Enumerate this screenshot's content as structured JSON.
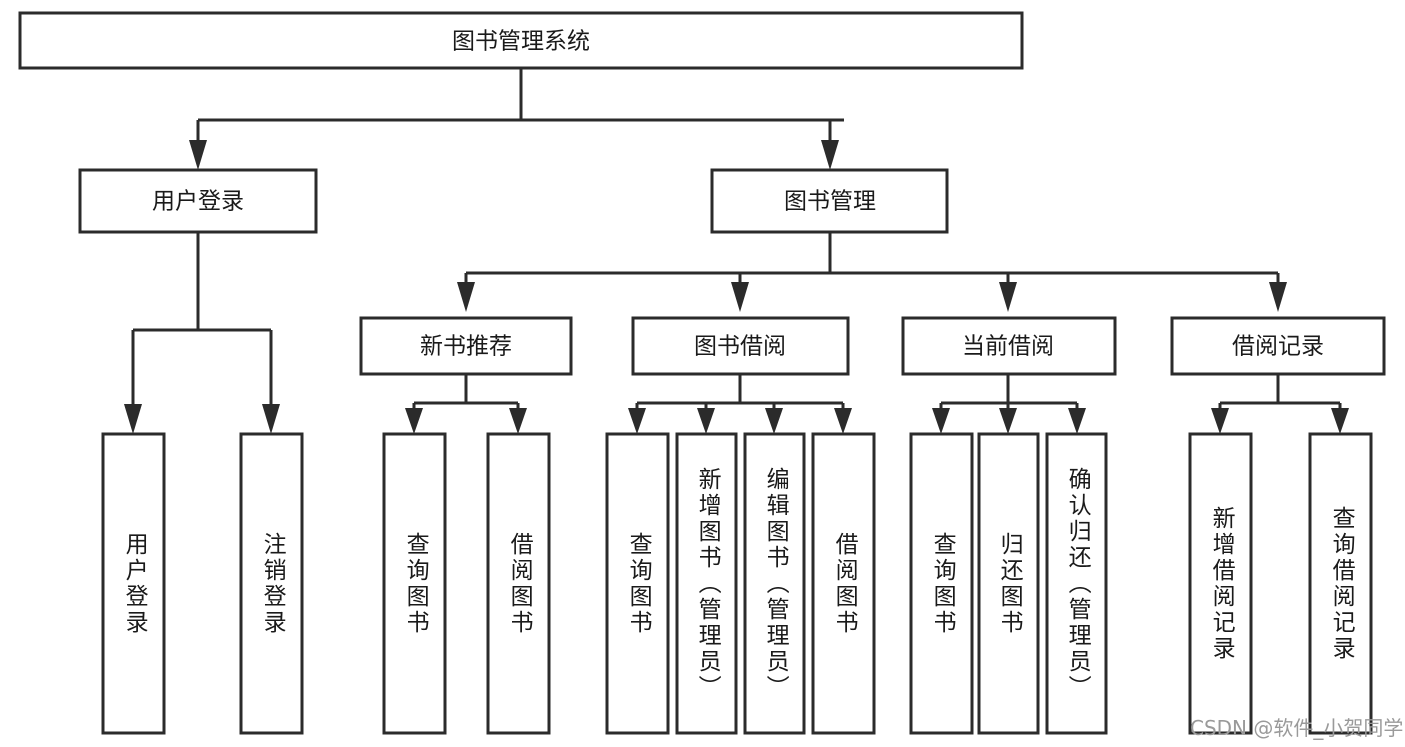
{
  "diagram": {
    "title": "图书管理系统",
    "type": "tree-hierarchy-chart",
    "root": {
      "id": "root",
      "label": "图书管理系统",
      "orientation": "horizontal"
    },
    "level2": [
      {
        "id": "user-login",
        "label": "用户登录",
        "orientation": "horizontal"
      },
      {
        "id": "book-manage",
        "label": "图书管理",
        "orientation": "horizontal"
      }
    ],
    "level3": [
      {
        "id": "new-book-rec",
        "label": "新书推荐",
        "orientation": "horizontal",
        "parent": "book-manage"
      },
      {
        "id": "book-borrow",
        "label": "图书借阅",
        "orientation": "horizontal",
        "parent": "book-manage"
      },
      {
        "id": "current-borrow",
        "label": "当前借阅",
        "orientation": "horizontal",
        "parent": "book-manage"
      },
      {
        "id": "borrow-record",
        "label": "借阅记录",
        "orientation": "horizontal",
        "parent": "book-manage"
      }
    ],
    "leaves": [
      {
        "id": "leaf-user-login",
        "label": "用户登录",
        "orientation": "vertical",
        "parent": "user-login"
      },
      {
        "id": "leaf-user-logout",
        "label": "注销登录",
        "orientation": "vertical",
        "parent": "user-login"
      },
      {
        "id": "leaf-query-book-1",
        "label": "查询图书",
        "orientation": "vertical",
        "parent": "new-book-rec"
      },
      {
        "id": "leaf-borrow-book-1",
        "label": "借阅图书",
        "orientation": "vertical",
        "parent": "new-book-rec"
      },
      {
        "id": "leaf-query-book-2",
        "label": "查询图书",
        "orientation": "vertical",
        "parent": "book-borrow"
      },
      {
        "id": "leaf-add-book",
        "label": "新增图书（管理员）",
        "orientation": "vertical",
        "parent": "book-borrow"
      },
      {
        "id": "leaf-edit-book",
        "label": "编辑图书（管理员）",
        "orientation": "vertical",
        "parent": "book-borrow"
      },
      {
        "id": "leaf-borrow-book-2",
        "label": "借阅图书",
        "orientation": "vertical",
        "parent": "book-borrow"
      },
      {
        "id": "leaf-query-book-3",
        "label": "查询图书",
        "orientation": "vertical",
        "parent": "current-borrow"
      },
      {
        "id": "leaf-return-book",
        "label": "归还图书",
        "orientation": "vertical",
        "parent": "current-borrow"
      },
      {
        "id": "leaf-confirm-return",
        "label": "确认归还（管理员）",
        "orientation": "vertical",
        "parent": "current-borrow"
      },
      {
        "id": "leaf-add-record",
        "label": "新增借阅记录",
        "orientation": "vertical",
        "parent": "borrow-record"
      },
      {
        "id": "leaf-query-record",
        "label": "查询借阅记录",
        "orientation": "vertical",
        "parent": "borrow-record"
      }
    ],
    "colors": {
      "box_stroke": "#2b2b2b",
      "box_fill": "#ffffff",
      "text": "#1a1a1a",
      "background": "#ffffff",
      "watermark": "#9a9a9a"
    }
  },
  "watermark": {
    "text": "CSDN @软件_小贺同学"
  }
}
